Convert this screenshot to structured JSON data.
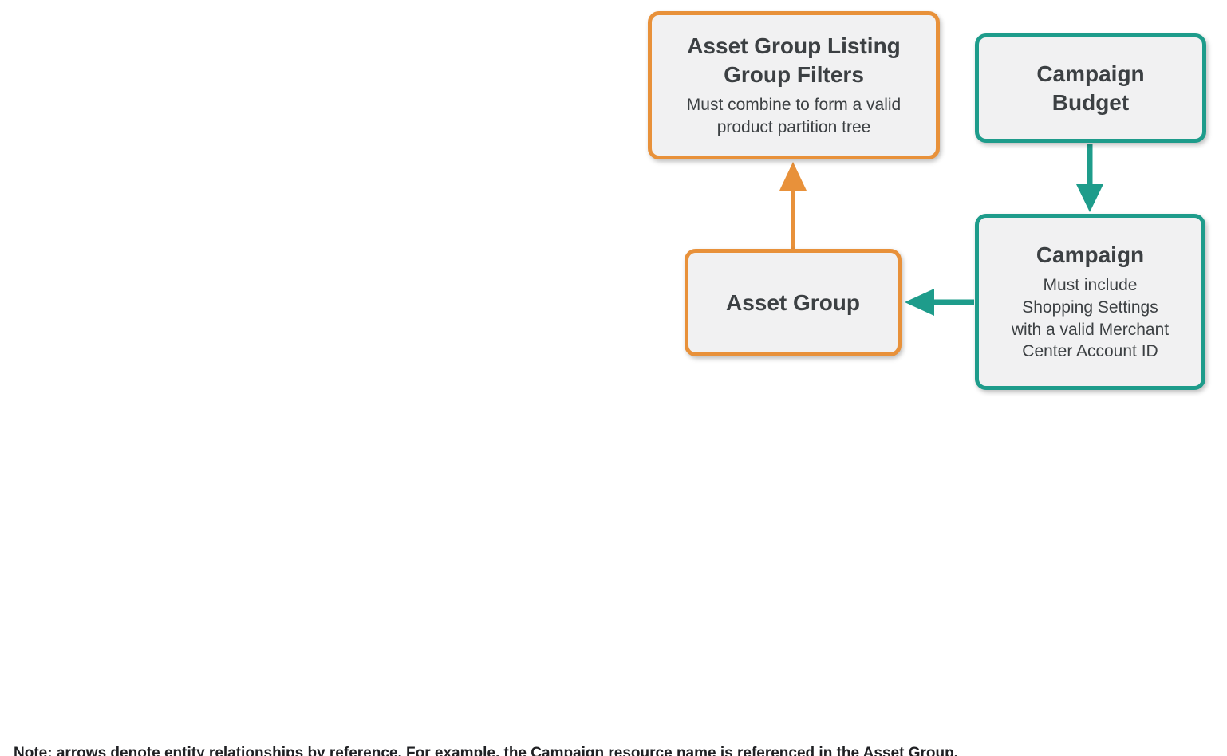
{
  "diagram": {
    "nodes": [
      {
        "id": "asset-group-listing-group-filters",
        "title": "Asset Group Listing\nGroup Filters",
        "subtitle": "Must combine to form a valid\nproduct partition tree",
        "accent": "orange"
      },
      {
        "id": "campaign-budget",
        "title": "Campaign\nBudget",
        "subtitle": "",
        "accent": "teal"
      },
      {
        "id": "campaign",
        "title": "Campaign",
        "subtitle": "Must include\nShopping Settings\nwith a valid Merchant\nCenter Account ID",
        "accent": "teal"
      },
      {
        "id": "asset-group",
        "title": "Asset Group",
        "subtitle": "",
        "accent": "orange"
      }
    ],
    "edges": [
      {
        "from": "campaign-budget",
        "to": "campaign",
        "color": "teal",
        "direction": "down"
      },
      {
        "from": "campaign",
        "to": "asset-group",
        "color": "teal",
        "direction": "left"
      },
      {
        "from": "asset-group",
        "to": "asset-group-listing-group-filters",
        "color": "orange",
        "direction": "up"
      }
    ]
  },
  "note": {
    "text": "Note: arrows denote entity relationships by reference. For example, the Campaign resource name is referenced in the Asset Group."
  },
  "colors": {
    "orange": "#E8913A",
    "teal": "#1E9C8B",
    "box_background": "#F1F1F2",
    "text": "#3C4043",
    "note_text": "#202124"
  }
}
